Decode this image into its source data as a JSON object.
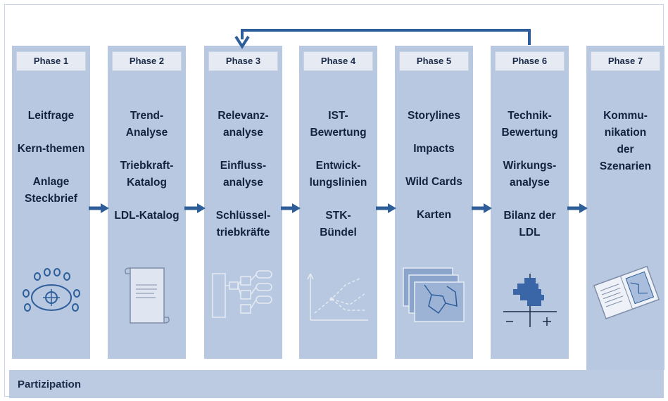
{
  "phases": [
    {
      "title": "Phase 1",
      "items": [
        "Leitfrage",
        "Kern-themen",
        "Anlage\nSteckbrief"
      ],
      "icon": "eye-icon"
    },
    {
      "title": "Phase 2",
      "items": [
        "Trend-\nAnalyse",
        "Triebkraft-\nKatalog",
        "LDL-Katalog"
      ],
      "icon": "scroll-document-icon"
    },
    {
      "title": "Phase 3",
      "items": [
        "Relevanz-\nanalyse",
        "Einfluss-\nanalyse",
        "Schlüssel-\ntriebkräfte"
      ],
      "icon": "network-diagram-icon"
    },
    {
      "title": "Phase 4",
      "items": [
        "IST-\nBewertung",
        "Entwick-\nlungslinien",
        "STK-\nBündel"
      ],
      "icon": "trend-graph-icon"
    },
    {
      "title": "Phase 5",
      "items": [
        "Storylines",
        "Impacts",
        "Wild Cards",
        "Karten"
      ],
      "icon": "map-stack-icon"
    },
    {
      "title": "Phase 6",
      "items": [
        "Technik-\nBewertung",
        "Wirkungs-\nanalyse",
        "Bilanz der\nLDL"
      ],
      "icon": "balance-chart-icon"
    },
    {
      "title": "Phase 7",
      "items": [
        "Kommu-\nnikation\nder\nSzenarien"
      ],
      "icon": "open-book-icon"
    }
  ],
  "participation_label": "Partizipation",
  "colors": {
    "column": "#b7c8e0",
    "header": "#e6ebf3",
    "arrow": "#2e5e9a",
    "text": "#13233f"
  }
}
